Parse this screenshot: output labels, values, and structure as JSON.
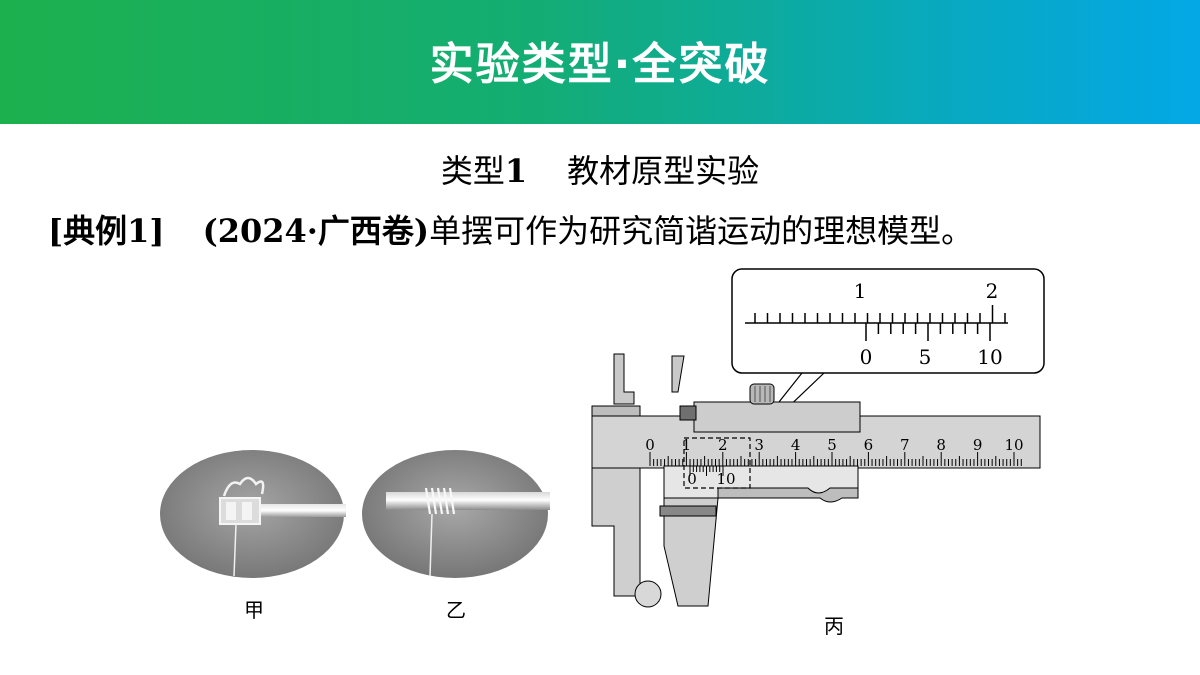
{
  "banner": {
    "title": "实验类型·全突破"
  },
  "section": {
    "title_prefix": "类型",
    "title_num": "1",
    "title_text": "教材原型实验"
  },
  "example": {
    "tag": "[典例1]",
    "source": "(2024·广西卷)",
    "text": "单摆可作为研究简谐运动的理想模型。"
  },
  "figures": {
    "jia": {
      "label": "甲"
    },
    "yi": {
      "label": "乙"
    },
    "bing": {
      "label": "丙",
      "magnified_main_numbers": [
        "1",
        "2"
      ],
      "magnified_vernier_numbers": [
        "0",
        "5",
        "10"
      ],
      "main_scale_numbers": [
        "0",
        "1",
        "2",
        "3",
        "4",
        "5",
        "6",
        "7",
        "8",
        "9",
        "10"
      ],
      "vernier_numbers": [
        "0",
        "10"
      ]
    }
  },
  "colors": {
    "banner_start": "#1db04e",
    "banner_end": "#03a8e6",
    "photo_bg": "#8c8c8c"
  }
}
